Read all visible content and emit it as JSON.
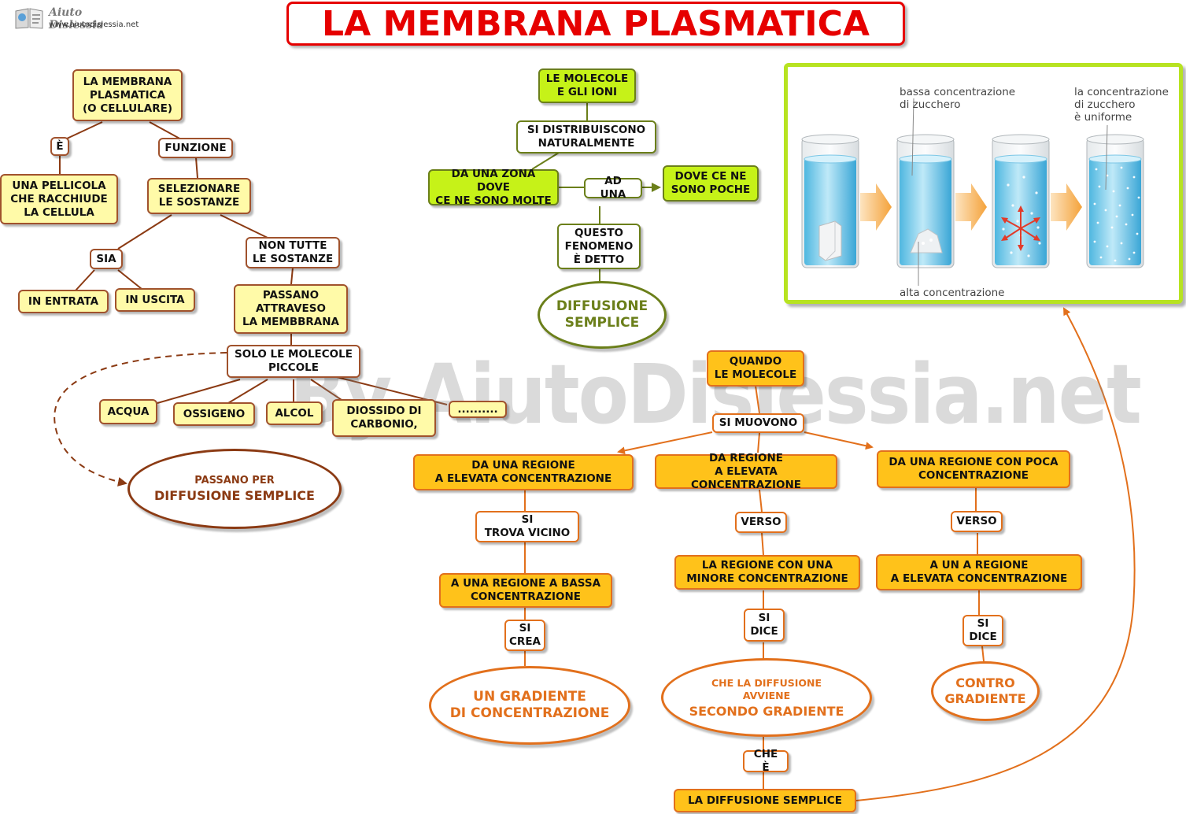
{
  "title": "LA MEMBRANA PLASMATICA",
  "logo": {
    "name": "Aiuto Dislessia",
    "url": "www.aiutodislessia.net"
  },
  "watermark": "By AiutoDislessia.net",
  "left_map": {
    "root": "LA MEMBRANA\nPLASMATICA\n(O CELLULARE)",
    "e": "È",
    "funzione": "FUNZIONE",
    "pellicola": "UNA PELLICOLA\nCHE RACCHIUDE\nLA CELLULA",
    "selezionare": "SELEZIONARE\nLE SOSTANZE",
    "sia": "SIA",
    "non_tutte": "NON TUTTE\nLE SOSTANZE",
    "in_entrata": "IN ENTRATA",
    "in_uscita": "IN USCITA",
    "passano": "PASSANO\nATTRAVESO\nLA MEMBBRANA",
    "solo": "SOLO LE MOLECOLE\nPICCOLE",
    "acqua": "ACQUA",
    "ossigeno": "OSSIGENO",
    "alcol": "ALCOL",
    "diossido": "DIOSSIDO DI\nCARBONIO,",
    "dots": "..........",
    "ellipse_small": "PASSANO PER",
    "ellipse_big": "DIFFUSIONE SEMPLICE"
  },
  "middle_map": {
    "molecole": "LE MOLECOLE\nE GLI IONI",
    "si_distribuiscono": "SI DISTRIBUISCONO\nNATURALMENTE",
    "da_una_zona": "DA UNA ZONA DOVE\nCE NE SONO MOLTE",
    "ad_una": "AD UNA",
    "dove_poche": "DOVE CE NE\nSONO POCHE",
    "questo": "QUESTO\nFENOMENO\nÈ DETTO",
    "ellipse": "DIFFUSIONE\nSEMPLICE"
  },
  "right_map": {
    "quando": "QUANDO\nLE MOLECOLE",
    "si_muovono": "SI MUOVONO",
    "col1_top": "DA  UNA  REGIONE\nA  ELEVATA  CONCENTRAZIONE",
    "col1_si_trova": "SI\nTROVA VICINO",
    "col1_bassa": "A UNA REGIONE A BASSA\nCONCENTRAZIONE",
    "col1_si_crea": "SI\nCREA",
    "col1_ellipse": "UN  GRADIENTE\nDI CONCENTRAZIONE",
    "col2_top": "DA REGIONE\nA ELEVATA CONCENTRAZIONE",
    "col2_verso": "VERSO",
    "col2_minore": "LA REGIONE CON UNA\nMINORE CONCENTRAZIONE",
    "col2_si_dice": "SI\nDICE",
    "col2_ellipse_small": "CHE LA DIFFUSIONE\nAVVIENE",
    "col2_ellipse_big": "SECONDO GRADIENTE",
    "col2_che_e": "CHE È",
    "col2_diffusione": "LA DIFFUSIONE SEMPLICE",
    "col3_top": "DA UNA REGIONE CON POCA\nCONCENTRAZIONE",
    "col3_verso": "VERSO",
    "col3_elevata": "A UN A REGIONE\nA ELEVATA CONCENTRAZIONE",
    "col3_si_dice": "SI\nDICE",
    "col3_ellipse": "CONTRO\nGRADIENTE"
  },
  "illustration": {
    "caption_top_left": "bassa concentrazione\ndi zucchero",
    "caption_top_right": "la concentrazione\ndi zucchero\nè uniforme",
    "caption_bottom": "alta concentrazione"
  },
  "colors": {
    "title_red": "#e60000",
    "brown": "#a0522d",
    "olive": "#6b7f1a",
    "orange": "#e2701c",
    "lime_fill": "#c6f218",
    "yellow_fill": "#fffaa8",
    "orange_fill": "#ffc21a"
  }
}
